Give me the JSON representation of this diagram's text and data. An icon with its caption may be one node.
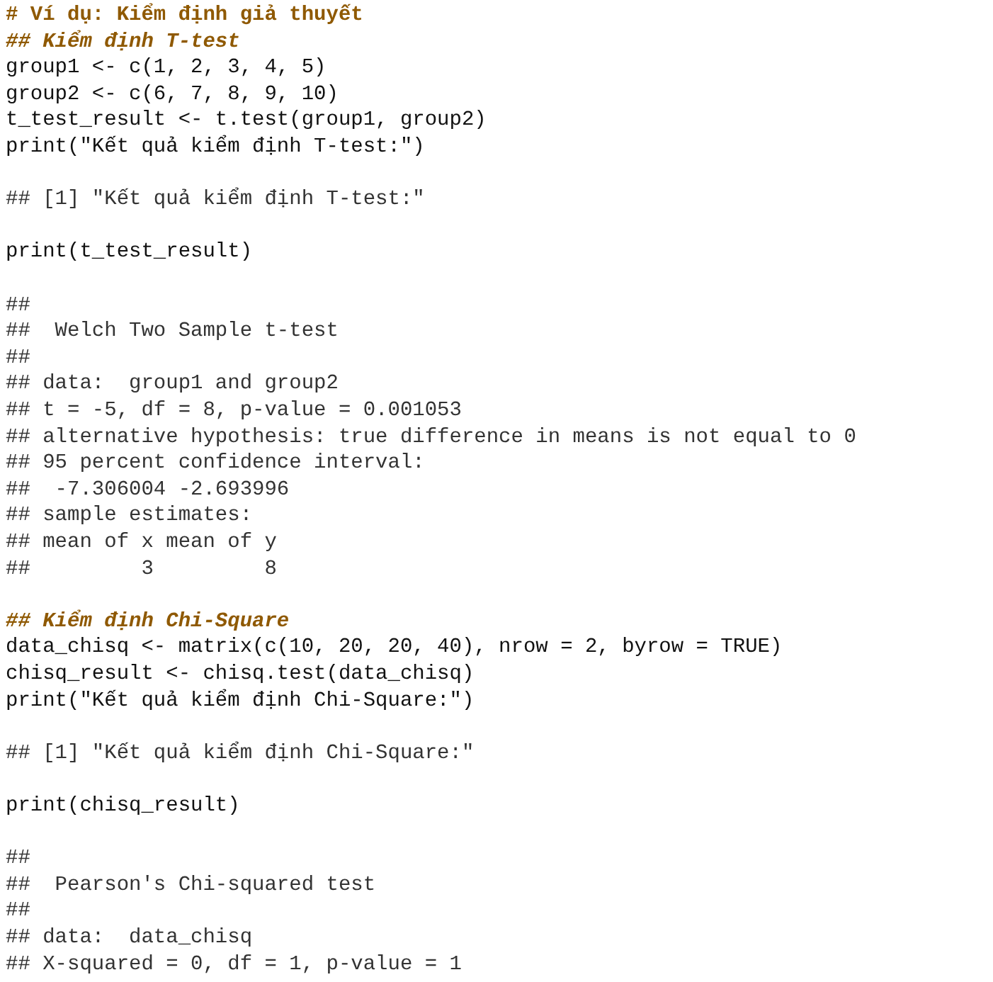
{
  "diagram": {
    "labels": [
      "# Ví dụ: Kiểm định giả thuyết",
      "## Kiểm định T-test",
      "group1 <- c(1, 2, 3, 4, 5)",
      "group2 <- c(6, 7, 8, 9, 10)",
      "t_test_result <- t.test(group1, group2)",
      "print(\"Kết quả kiểm định T-test:\")",
      "## [1] \"Kết quả kiểm định T-test:\"",
      "print(t_test_result)",
      "##",
      "##  Welch Two Sample t-test",
      "##",
      "## data:  group1 and group2",
      "## t = -5, df = 8, p-value = 0.001053",
      "## alternative hypothesis: true difference in means is not equal to 0",
      "## 95 percent confidence interval:",
      "##  -7.306004 -2.693996",
      "## sample estimates:",
      "## mean of x mean of y",
      "##         3         8",
      "## Kiểm định Chi-Square",
      "data_chisq <- matrix(c(10, 20, 20, 40), nrow = 2, byrow = TRUE)",
      "chisq_result <- chisq.test(data_chisq)",
      "print(\"Kết quả kiểm định Chi-Square:\")",
      "## [1] \"Kết quả kiểm định Chi-Square:\"",
      "print(chisq_result)",
      "##",
      "##  Pearson's Chi-squared test",
      "##",
      "## data:  data_chisq",
      "## X-squared = 0, df = 1, p-value = 1"
    ]
  }
}
